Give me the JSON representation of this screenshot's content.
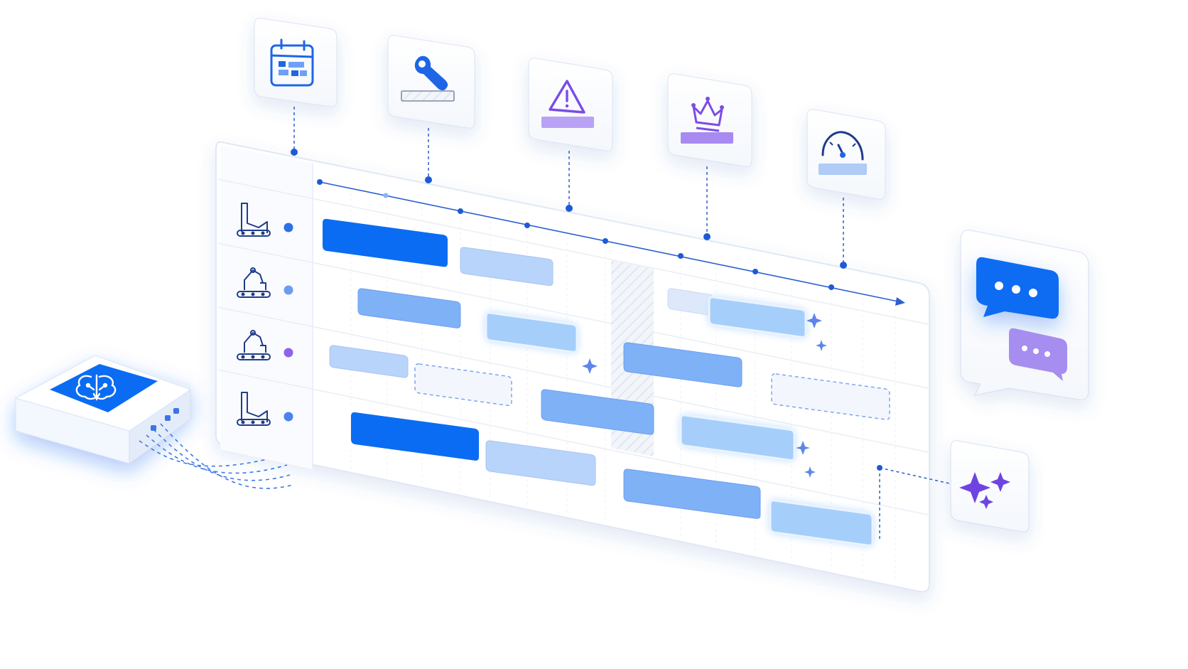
{
  "colors": {
    "primary": "#0A6CF2",
    "mid": "#7FB1F7",
    "light": "#B9D4FA",
    "pale": "#DDE9FB",
    "glow": "#A6CEFB",
    "purple": "#7B4CE6",
    "purple_light": "#B9A2F4",
    "line": "#1E63E0",
    "frame": "#E3EAF6"
  },
  "icons": {
    "feature_cards": [
      "calendar-icon",
      "wrench-icon",
      "warning-icon",
      "crown-icon",
      "gauge-icon"
    ],
    "resources": [
      "factory-icon",
      "robot-arm-icon",
      "robot-arm-icon",
      "factory-icon"
    ],
    "ai_hub": "brain-chip-icon",
    "chat": "chat-bubbles-icon",
    "ai_assist": "sparkle-icon"
  },
  "resource_status": [
    "#2F6FE8",
    "#6F9BEE",
    "#8D63E8",
    "#4C82EA"
  ],
  "tasks": [
    {
      "row": 0,
      "style": "primary"
    },
    {
      "row": 0,
      "style": "light"
    },
    {
      "row": 1,
      "style": "mid"
    },
    {
      "row": 1,
      "style": "glow"
    },
    {
      "row": 1,
      "style": "pale"
    },
    {
      "row": 1,
      "style": "glow"
    },
    {
      "row": 2,
      "style": "light"
    },
    {
      "row": 2,
      "style": "dashed"
    },
    {
      "row": 2,
      "style": "mid"
    },
    {
      "row": 2,
      "style": "dashed"
    },
    {
      "row": 3,
      "style": "mid"
    },
    {
      "row": 3,
      "style": "glow"
    },
    {
      "row": 3,
      "style": "primary"
    },
    {
      "row": 3,
      "style": "light"
    },
    {
      "row": 3,
      "style": "mid"
    },
    {
      "row": 3,
      "style": "glow"
    }
  ]
}
